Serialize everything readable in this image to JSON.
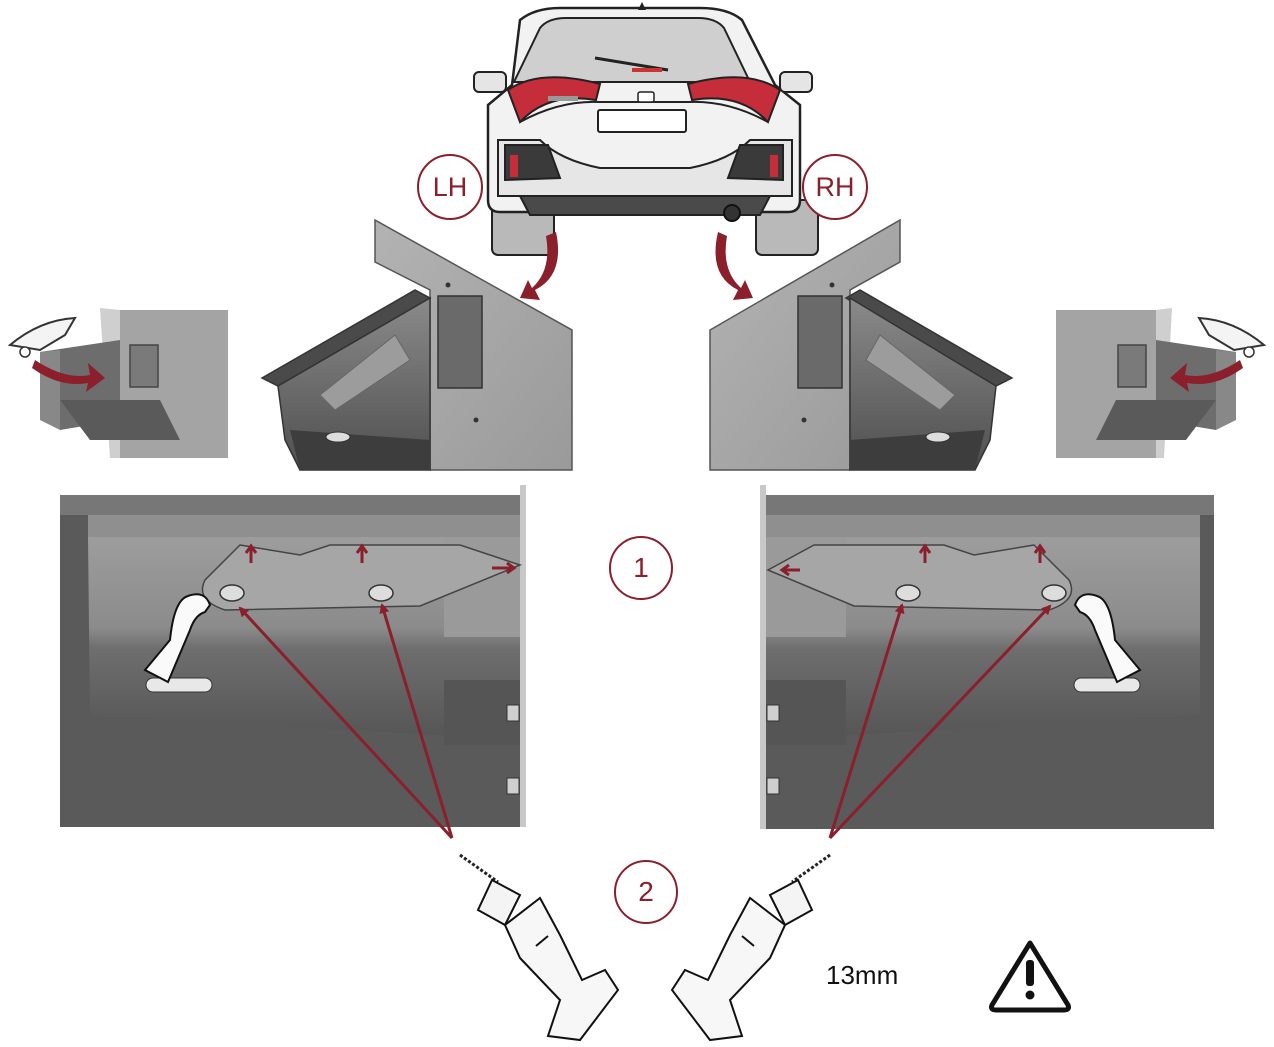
{
  "labels": {
    "left_side": "LH",
    "right_side": "RH",
    "step_1": "1",
    "step_2": "2",
    "drill_size": "13mm"
  },
  "icons": {
    "warning": "warning-triangle-icon",
    "drill": "power-drill-icon",
    "hand": "gloved-hand-icon"
  },
  "colors": {
    "accent": "#8b1f2b",
    "metal_light": "#a9a9a9",
    "metal_dark": "#4e4e4e"
  }
}
